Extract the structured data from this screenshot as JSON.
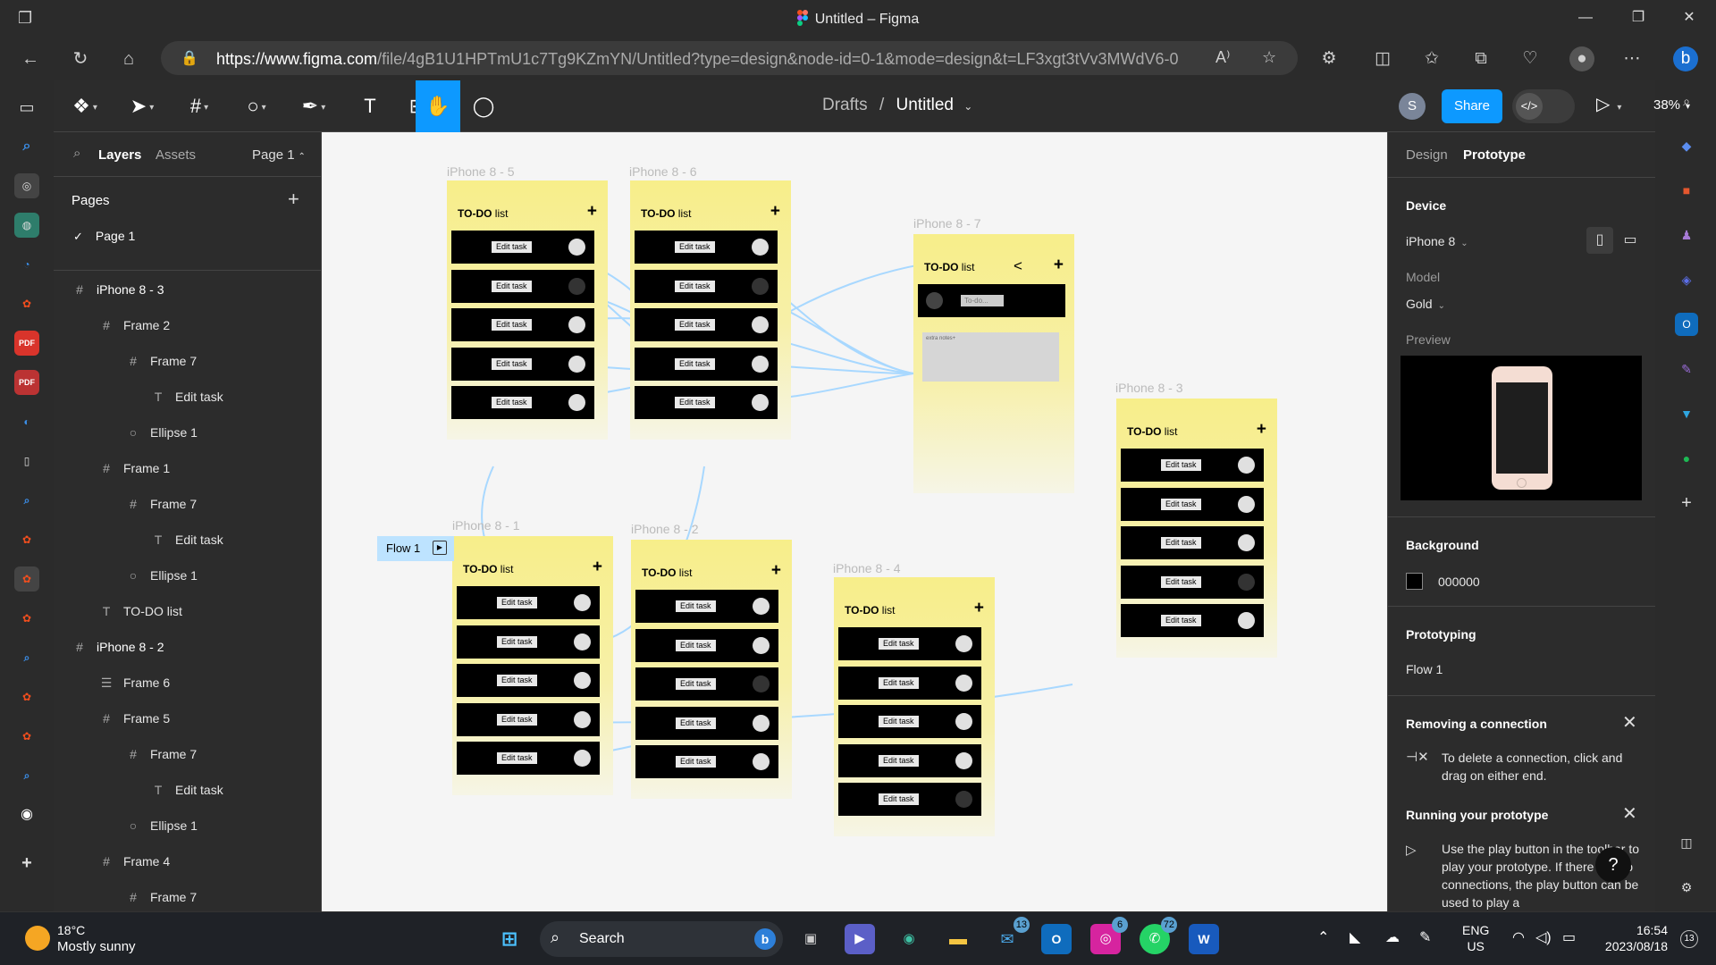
{
  "window": {
    "title": "Untitled – Figma"
  },
  "browser": {
    "url_domain": "https://www.figma.com",
    "url_path": "/file/4gB1U1HPTmU1c7Tg9KZmYN/Untitled?type=design&node-id=0-1&mode=design&t=LF3xgt3tVv3MWdV6-0"
  },
  "toolbar": {
    "breadcrumb_parent": "Drafts",
    "breadcrumb_separator": "/",
    "file_name": "Untitled",
    "avatar_initial": "S",
    "share_label": "Share",
    "dev_mode_glyph": "</>",
    "zoom": "38%"
  },
  "left_panel": {
    "tabs": [
      "Layers",
      "Assets"
    ],
    "page_selector": "Page 1",
    "pages_heading": "Pages",
    "pages": [
      "Page 1"
    ],
    "layers": [
      {
        "label": "iPhone 8 - 3",
        "icon": "#",
        "indent": 0
      },
      {
        "label": "Frame 2",
        "icon": "#",
        "indent": 1
      },
      {
        "label": "Frame 7",
        "icon": "#",
        "indent": 2
      },
      {
        "label": "Edit task",
        "icon": "T",
        "indent": 3
      },
      {
        "label": "Ellipse 1",
        "icon": "○",
        "indent": 2
      },
      {
        "label": "Frame 1",
        "icon": "#",
        "indent": 1
      },
      {
        "label": "Frame 7",
        "icon": "#",
        "indent": 2
      },
      {
        "label": "Edit task",
        "icon": "T",
        "indent": 3
      },
      {
        "label": "Ellipse 1",
        "icon": "○",
        "indent": 2
      },
      {
        "label": "TO-DO list",
        "icon": "T",
        "indent": 1
      },
      {
        "label": "iPhone 8 - 2",
        "icon": "#",
        "indent": 0
      },
      {
        "label": "Frame 6",
        "icon": "☰",
        "indent": 1
      },
      {
        "label": "Frame 5",
        "icon": "#",
        "indent": 1
      },
      {
        "label": "Frame 7",
        "icon": "#",
        "indent": 2
      },
      {
        "label": "Edit task",
        "icon": "T",
        "indent": 3
      },
      {
        "label": "Ellipse 1",
        "icon": "○",
        "indent": 2
      },
      {
        "label": "Frame 4",
        "icon": "#",
        "indent": 1
      },
      {
        "label": "Frame 7",
        "icon": "#",
        "indent": 2
      }
    ]
  },
  "canvas": {
    "flow_label": "Flow 1",
    "app_title_bold": "TO-DO",
    "app_title_rest": " list",
    "task_label": "Edit task",
    "input_placeholder": "To-do...",
    "notes_placeholder": "extra notes+",
    "frames": [
      {
        "name": "iPhone 8 - 5",
        "dots": [
          "light",
          "dark",
          "light",
          "light",
          "light"
        ]
      },
      {
        "name": "iPhone 8 - 6",
        "dots": [
          "light",
          "dark",
          "light",
          "light",
          "light"
        ]
      },
      {
        "name": "iPhone 8 - 7",
        "dots": []
      },
      {
        "name": "iPhone 8 - 3",
        "dots": [
          "light",
          "light",
          "light",
          "dark",
          "light"
        ]
      },
      {
        "name": "iPhone 8 - 1",
        "dots": [
          "light",
          "light",
          "light",
          "light",
          "light"
        ]
      },
      {
        "name": "iPhone 8 - 2",
        "dots": [
          "light",
          "light",
          "dark",
          "light",
          "light"
        ]
      },
      {
        "name": "iPhone 8 - 4",
        "dots": [
          "light",
          "light",
          "light",
          "light",
          "dark"
        ]
      }
    ]
  },
  "right_panel": {
    "tabs": [
      "Design",
      "Prototype"
    ],
    "device_heading": "Device",
    "device_value": "iPhone 8",
    "model_label": "Model",
    "model_value": "Gold",
    "preview_label": "Preview",
    "background_heading": "Background",
    "background_value": "000000",
    "prototyping_heading": "Prototyping",
    "flow_value": "Flow 1",
    "tip1_title": "Removing a connection",
    "tip1_body": "To delete a connection, click and drag on either end.",
    "tip2_title": "Running your prototype",
    "tip2_body": "Use the play button in the toolbar to play your prototype. If there are no connections, the play button can be used to play a",
    "help_glyph": "?"
  },
  "taskbar": {
    "temperature": "18°C",
    "weather": "Mostly sunny",
    "search_label": "Search",
    "lang_top": "ENG",
    "lang_bottom": "US",
    "time": "16:54",
    "date": "2023/08/18",
    "notifications": "13",
    "badges": {
      "mail": "13",
      "instagram": "6",
      "whatsapp": "72"
    }
  },
  "colors": {
    "accent": "#0d99ff",
    "canvas_bg": "#f5f5f5",
    "frame_yellow": "#f7ee8a",
    "connector": "#a8d8ff"
  }
}
